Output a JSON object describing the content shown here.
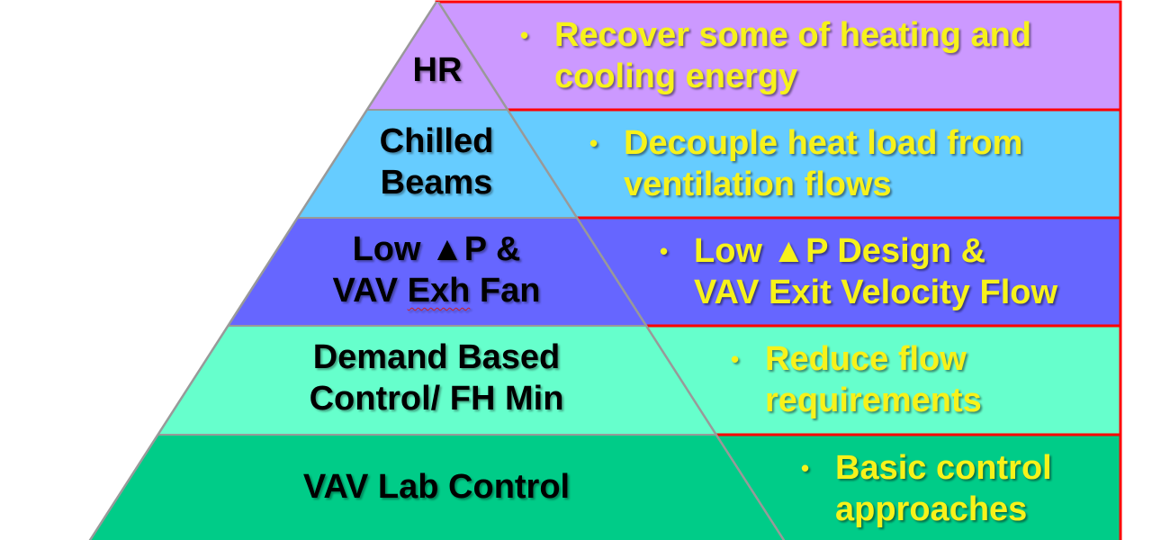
{
  "colors": {
    "hr": "#cc99ff",
    "chilled": "#66ccff",
    "lowdp": "#6666ff",
    "demand": "#66ffcc",
    "vav": "#00cc88",
    "desc_text": "#f7f21a",
    "box_border": "#ff0000",
    "pyramid_edge": "#999999"
  },
  "tiers": [
    {
      "key": "hr",
      "label_lines": [
        "HR"
      ],
      "desc_bullet": "•",
      "desc_lines": [
        "Recover some of heating and",
        "cooling energy"
      ]
    },
    {
      "key": "chilled",
      "label_lines": [
        "Chilled",
        "Beams"
      ],
      "desc_bullet": "•",
      "desc_lines": [
        "Decouple heat load from",
        "ventilation flows"
      ]
    },
    {
      "key": "lowdp",
      "label_lines": [
        "Low ▲P &",
        "VAV "
      ],
      "label_exh": "Exh",
      "label_fan": " Fan",
      "desc_bullet": "•",
      "desc_lines": [
        "Low ▲P Design &",
        "VAV Exit Velocity Flow"
      ]
    },
    {
      "key": "demand",
      "label_lines": [
        "Demand Based",
        "Control/ FH Min"
      ],
      "desc_bullet": "•",
      "desc_lines": [
        "Reduce flow",
        "requirements"
      ]
    },
    {
      "key": "vav",
      "label_lines": [
        "VAV Lab Control"
      ],
      "desc_bullet": "•",
      "desc_lines": [
        "Basic control",
        "approaches"
      ]
    }
  ]
}
